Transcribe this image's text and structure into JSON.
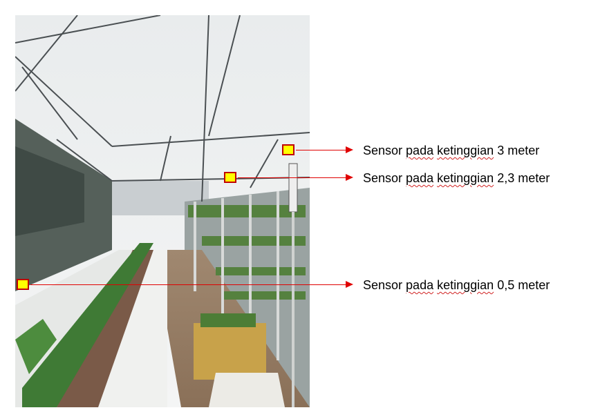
{
  "colors": {
    "marker_fill": "#ffff00",
    "marker_border": "#c00000",
    "arrow": "#e00000"
  },
  "image": {
    "subject": "greenhouse-hydroponics-photo"
  },
  "sensors": [
    {
      "prefix": "Sensor ",
      "w1": "pada",
      "w2": "ketinggian",
      "height_text": " 3 meter"
    },
    {
      "prefix": "Sensor ",
      "w1": "pada",
      "w2": "ketinggian",
      "height_text": " 2,3 meter"
    },
    {
      "prefix": "Sensor ",
      "w1": "pada",
      "w2": "ketinggian",
      "height_text": " 0,5 meter"
    }
  ]
}
